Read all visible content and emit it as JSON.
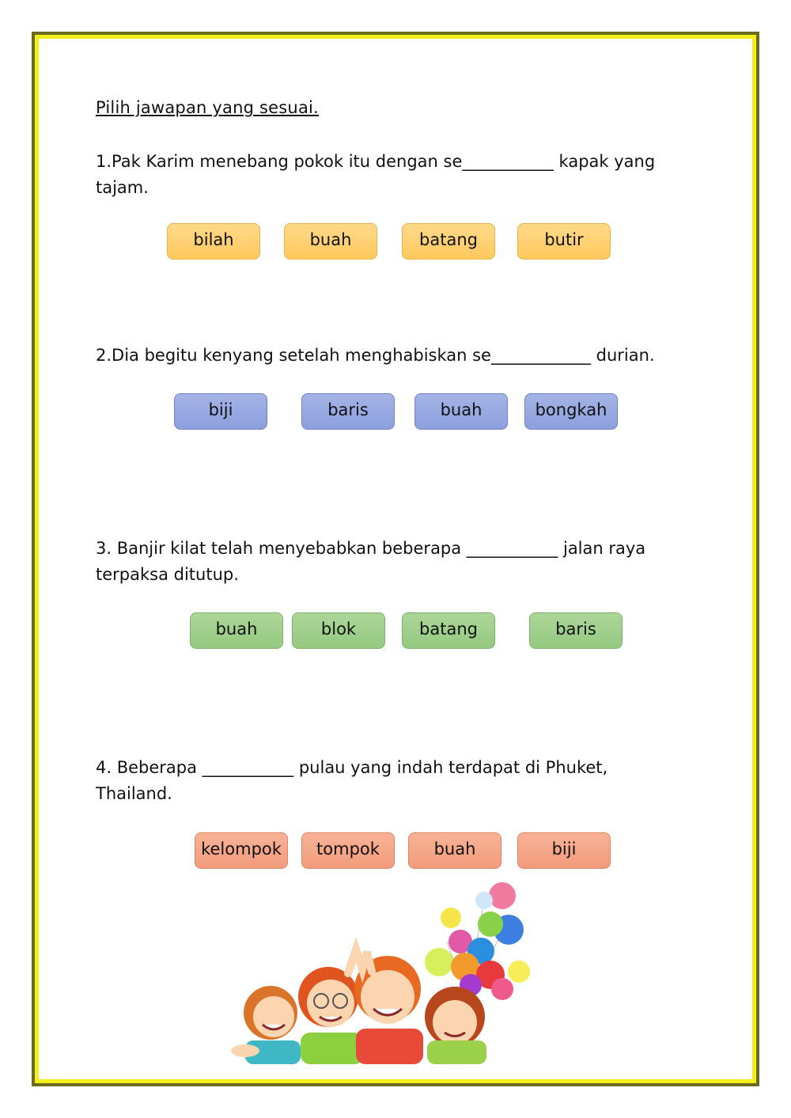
{
  "instruction": "Pilih jawapan yang sesuai.",
  "questions": [
    {
      "text_line1": "1.Pak Karim menebang pokok itu dengan se___________ kapak yang",
      "text_line2": "tajam.",
      "options": [
        "bilah",
        "buah",
        "batang",
        "butir"
      ]
    },
    {
      "text_line1": "2.Dia begitu kenyang setelah menghabiskan se____________ durian.",
      "text_line2": "",
      "options": [
        "biji",
        "baris",
        "buah",
        "bongkah"
      ]
    },
    {
      "text_line1": "3. Banjir kilat telah menyebabkan beberapa ___________ jalan raya",
      "text_line2": "terpaksa ditutup.",
      "options": [
        "buah",
        "blok",
        "batang",
        "baris"
      ]
    },
    {
      "text_line1": "4. Beberapa ___________ pulau yang indah terdapat di Phuket,",
      "text_line2": "Thailand.",
      "options": [
        "kelompok",
        "tompok",
        "buah",
        "biji"
      ]
    }
  ],
  "colors": {
    "frame_outer": "#6b6b1e",
    "frame_inner": "#f3ef1a",
    "q1_options": "#ffc95d",
    "q2_options": "#8c9fde",
    "q3_options": "#95c981",
    "q4_options": "#f29c7c"
  }
}
